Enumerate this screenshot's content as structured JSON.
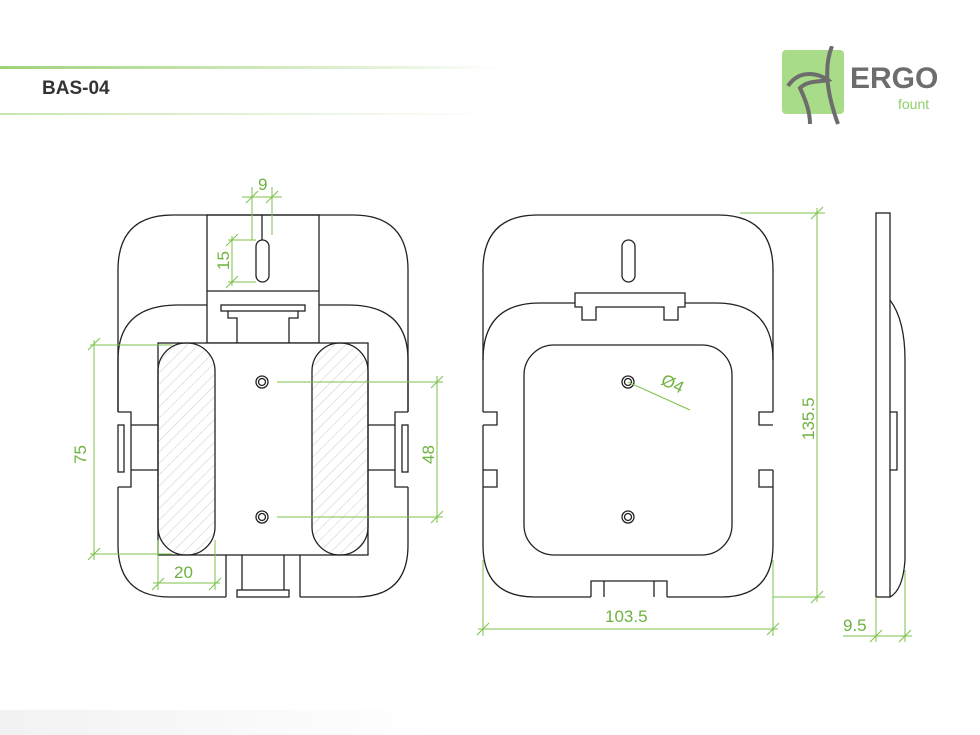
{
  "header": {
    "title": "BAS-04"
  },
  "logo": {
    "name": "ERGO",
    "sub": "fount",
    "colors": {
      "green": "#8fcf6a",
      "gray": "#6d6d6d"
    }
  },
  "dimensions": {
    "slot_width": "9",
    "slot_height": "15",
    "pad_height": "75",
    "hole_spacing": "48",
    "pad_width": "20",
    "hole_diameter": "Ø4",
    "overall_height": "135.5",
    "overall_width": "103.5",
    "thickness": "9.5"
  },
  "colors": {
    "dimension": "#7cc24a",
    "outline": "#222222"
  }
}
